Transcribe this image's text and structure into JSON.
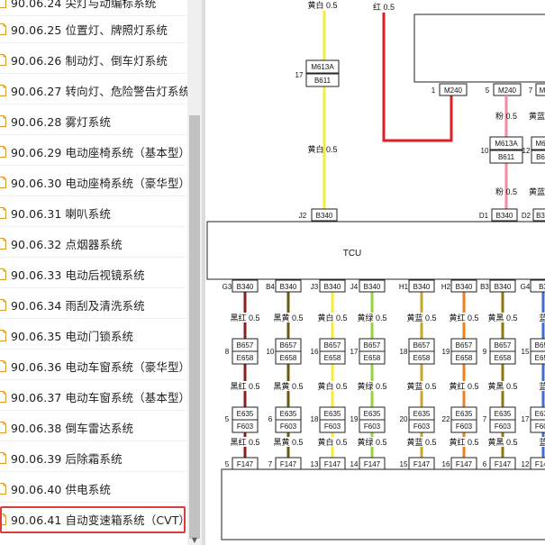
{
  "toc": {
    "partial_top_label": "90.06.24 尖灯与动编标系统",
    "items": [
      {
        "label": "90.06.25 位置灯、牌照灯系统"
      },
      {
        "label": "90.06.26 制动灯、倒车灯系统"
      },
      {
        "label": "90.06.27 转向灯、危险警告灯系统"
      },
      {
        "label": "90.06.28 雾灯系统"
      },
      {
        "label": "90.06.29 电动座椅系统（基本型）"
      },
      {
        "label": "90.06.30 电动座椅系统（豪华型）"
      },
      {
        "label": "90.06.31 喇叭系统"
      },
      {
        "label": "90.06.32 点烟器系统"
      },
      {
        "label": "90.06.33 电动后视镜系统"
      },
      {
        "label": "90.06.34 雨刮及清洗系统"
      },
      {
        "label": "90.06.35 电动门锁系统"
      },
      {
        "label": "90.06.36 电动车窗系统（豪华型）"
      },
      {
        "label": "90.06.37 电动车窗系统（基本型）"
      },
      {
        "label": "90.06.38 倒车雷达系统"
      },
      {
        "label": "90.06.39 后除霜系统"
      },
      {
        "label": "90.06.40 供电系统"
      },
      {
        "label": "90.06.41 自动变速箱系统（CVT）",
        "selected": true
      }
    ]
  },
  "diagram": {
    "tcu_label": "TCU",
    "top_wires": [
      {
        "color_name": "黄白 0.5",
        "stroke": "#f4ec3a"
      },
      {
        "color_name": "红 0.5",
        "stroke": "#e02020"
      },
      {
        "color_name": "粉 0.5",
        "stroke": "#f58aa0"
      },
      {
        "color_name": "黄蓝",
        "stroke": "#caa92a"
      }
    ],
    "connectors_top": [
      {
        "pin": "17",
        "upper": "M613A",
        "lower": "B611"
      },
      {
        "pin": "1",
        "upper": "M240",
        "lower": ""
      },
      {
        "pin": "5",
        "upper": "M240",
        "lower": ""
      },
      {
        "pin": "7",
        "upper": "M",
        "lower": ""
      },
      {
        "pin": "10",
        "upper": "M613A",
        "lower": "B611"
      },
      {
        "pin": "12",
        "upper": "M6",
        "lower": "B6"
      }
    ],
    "tcu_top_pins": [
      {
        "pin": "J2",
        "code": "B340"
      },
      {
        "pin": "D1",
        "code": "B340"
      },
      {
        "pin": "D2",
        "code": "B3"
      }
    ],
    "tcu_bottom_pins": [
      {
        "pin": "G3",
        "code": "B340"
      },
      {
        "pin": "B4",
        "code": "B340"
      },
      {
        "pin": "J3",
        "code": "B340"
      },
      {
        "pin": "J4",
        "code": "B340"
      },
      {
        "pin": "H1",
        "code": "B340"
      },
      {
        "pin": "H2",
        "code": "B340"
      },
      {
        "pin": "B3",
        "code": "B340"
      },
      {
        "pin": "G4",
        "code": "B3"
      }
    ],
    "bottom_wire_labels": [
      "黑红 0.5",
      "黑黄 0.5",
      "黄白 0.5",
      "黄绿 0.5",
      "黄蓝 0.5",
      "黄红 0.5",
      "黄黑 0.5",
      "蓝"
    ],
    "wire_colors": [
      "#8a1f1f",
      "#6b5a10",
      "#f4ec3a",
      "#9ad23a",
      "#c9a62a",
      "#f07f1e",
      "#8a7b14",
      "#3b6fd0"
    ],
    "mid_pins_1": [
      "8",
      "10",
      "16",
      "17",
      "18",
      "19",
      "9",
      "15"
    ],
    "mid_pins_2": [
      "5",
      "6",
      "18",
      "19",
      "20",
      "22",
      "7",
      "17"
    ],
    "e657_upper": "B657",
    "e657_lower": "E658",
    "e635_upper": "E635",
    "e635_lower": "F603",
    "f147_code": "F147",
    "f147_pins": [
      "5",
      "7",
      "13",
      "14",
      "15",
      "16",
      "6",
      "12"
    ]
  }
}
